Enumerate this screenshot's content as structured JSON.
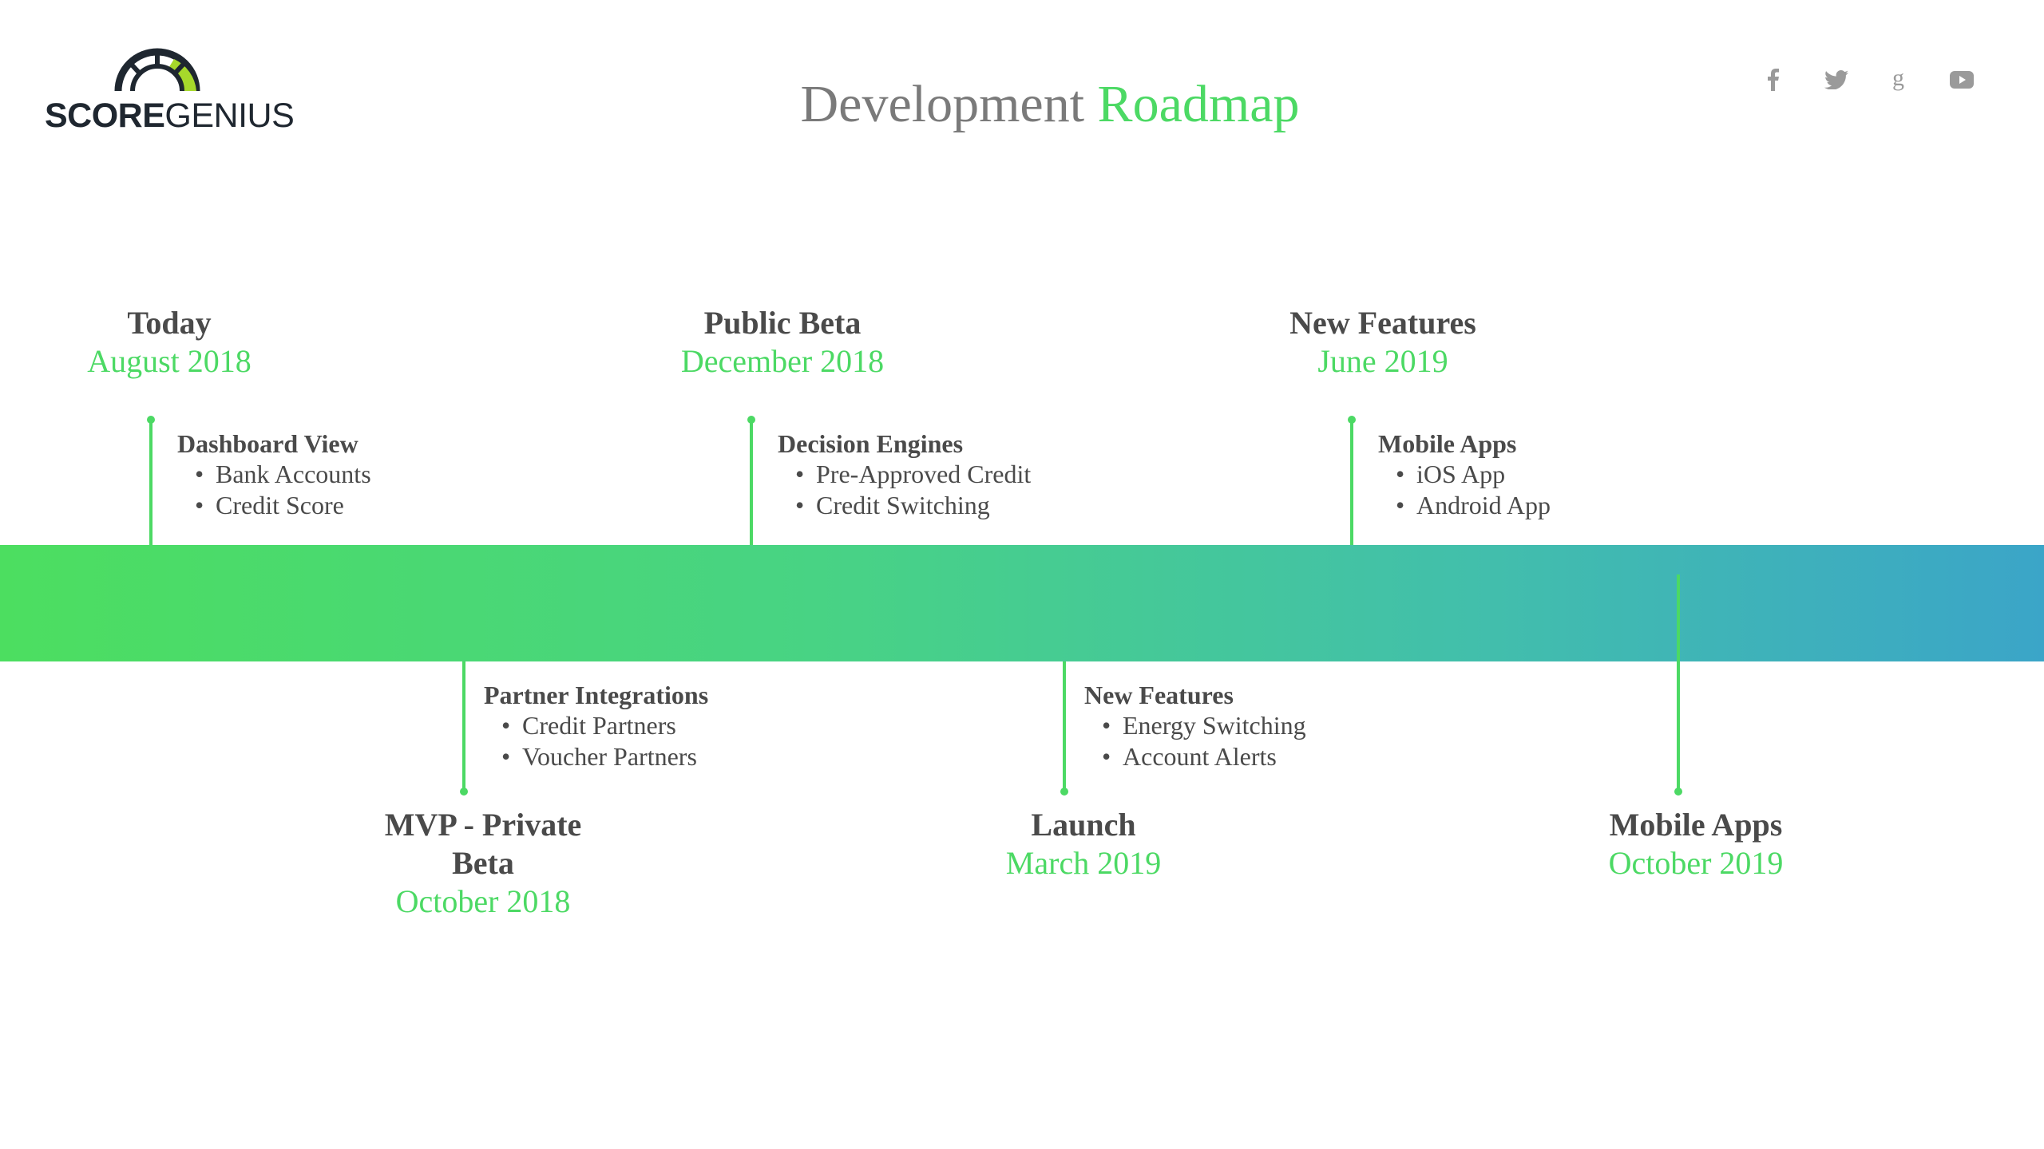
{
  "header": {
    "logo": {
      "bold": "SCORE",
      "light": "GENIUS"
    },
    "title": {
      "part1": "Development",
      "part2": "Roadmap"
    },
    "social_icons": [
      "facebook-icon",
      "twitter-icon",
      "google-plus-icon",
      "youtube-icon"
    ]
  },
  "colors": {
    "accent_green": "#4cd964",
    "text_dark": "#4a4a4a",
    "title_gray": "#7a7a7a",
    "band_start": "#4cde60",
    "band_end": "#3ba5c8"
  },
  "milestones": [
    {
      "title": "Today",
      "date": "August 2018",
      "position": "above",
      "detail": {
        "heading": "Dashboard View",
        "items": [
          "Bank Accounts",
          "Credit Score"
        ]
      }
    },
    {
      "title": "MVP - Private",
      "title2": "Beta",
      "date": "October 2018",
      "position": "below",
      "detail": {
        "heading": "Partner Integrations",
        "items": [
          "Credit Partners",
          "Voucher Partners"
        ]
      }
    },
    {
      "title": "Public Beta",
      "date": "December 2018",
      "position": "above",
      "detail": {
        "heading": "Decision Engines",
        "items": [
          "Pre-Approved Credit",
          "Credit Switching"
        ]
      }
    },
    {
      "title": "Launch",
      "date": "March 2019",
      "position": "below",
      "detail": {
        "heading": "New Features",
        "items": [
          "Energy Switching",
          "Account Alerts"
        ]
      }
    },
    {
      "title": "New Features",
      "date": "June 2019",
      "position": "above",
      "detail": {
        "heading": "Mobile Apps",
        "items": [
          "iOS App",
          "Android App"
        ]
      }
    },
    {
      "title": "Mobile Apps",
      "date": "October 2019",
      "position": "below"
    }
  ],
  "bullet": "•"
}
